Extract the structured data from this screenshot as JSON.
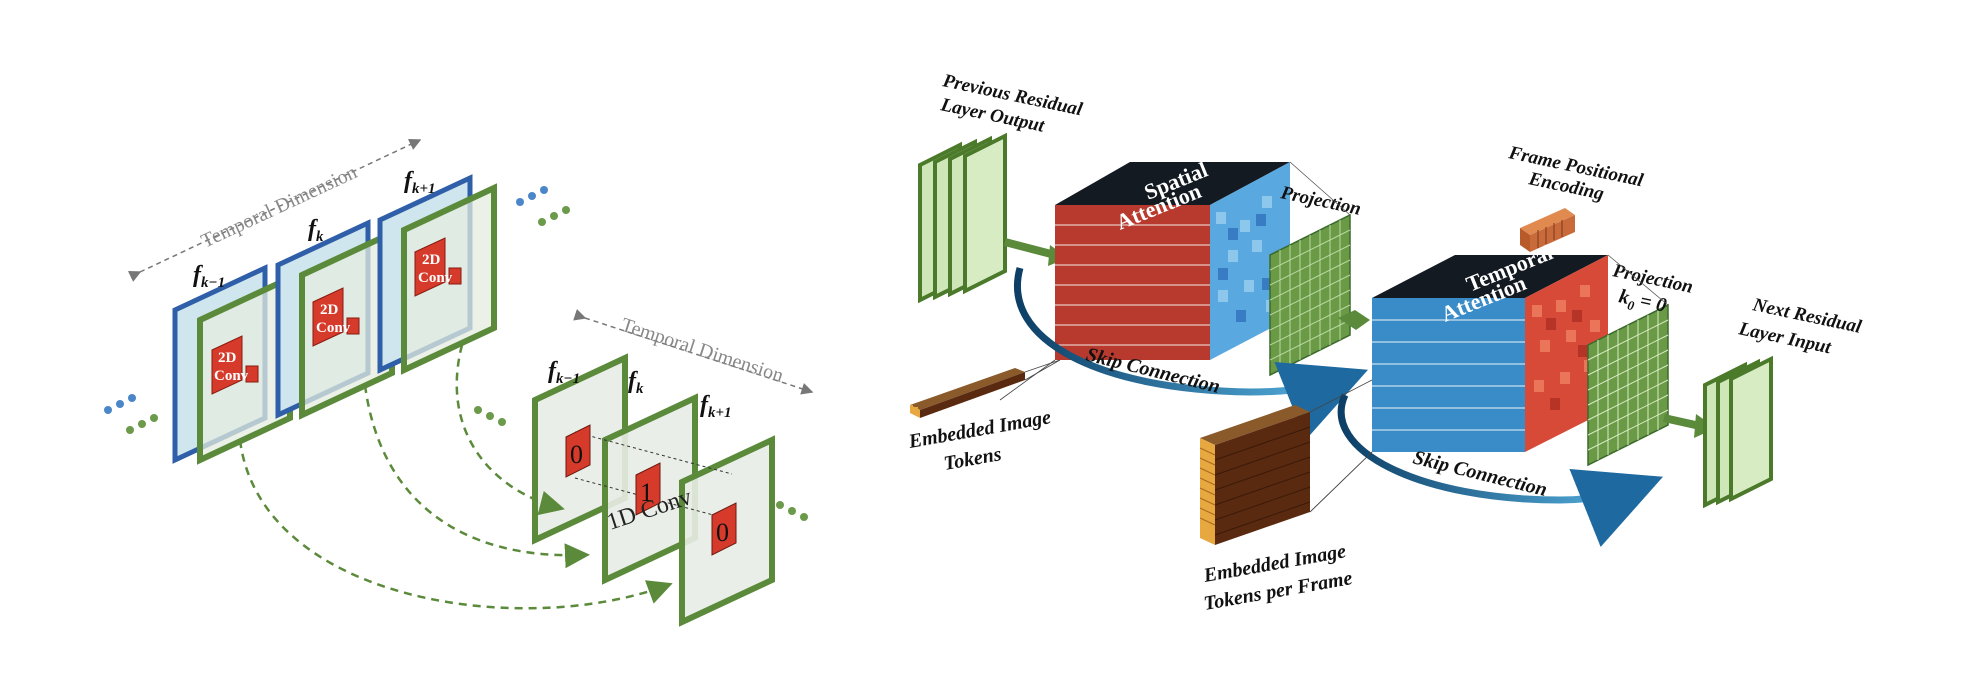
{
  "left": {
    "temporal_dimension_top": "Temporal Dimension",
    "temporal_dimension_bottom": "Temporal Dimension",
    "frame_kminus1": "f",
    "frame_kminus1_sub": "k−1",
    "frame_k": "f",
    "frame_k_sub": "k",
    "frame_kplus1": "f",
    "frame_kplus1_sub": "k+1",
    "conv2d_line1": "2D",
    "conv2d_line2": "Conv",
    "kernel_values": [
      "0",
      "1",
      "0"
    ],
    "conv1d": "1D Conv"
  },
  "right": {
    "previous_residual_line1": "Previous Residual",
    "previous_residual_line2": "Layer Output",
    "spatial_attention_line1": "Spatial",
    "spatial_attention_line2": "Attention",
    "projection_1": "Projection",
    "frame_positional_line1": "Frame Positional",
    "frame_positional_line2": "Encoding",
    "temporal_attention_line1": "Temporal",
    "temporal_attention_line2": "Attention",
    "projection_2": "Projection",
    "k0_equation": "k",
    "k0_sub": "0",
    "k0_value": " = 0",
    "next_residual_line1": "Next Residual",
    "next_residual_line2": "Layer Input",
    "skip_connection_1": "Skip Connection",
    "skip_connection_2": "Skip Connection",
    "embedded_tokens_line1": "Embedded Image",
    "embedded_tokens_line2": "Tokens",
    "embedded_per_frame_line1": "Embedded Image",
    "embedded_per_frame_line2": "Tokens per Frame"
  },
  "colors": {
    "frame_blue": "#2f5fa8",
    "frame_blue_fill": "#cfe6ee",
    "frame_green": "#5a8a3a",
    "frame_green_fill": "#e4ecdf",
    "conv_red": "#d63a2a",
    "spatial_red": "#b83a2e",
    "temporal_blue": "#3a8cc8",
    "dark_top": "#141a22",
    "projection_green": "#5f8c3e",
    "token_brown": "#6a3a1c",
    "token_gold": "#e8a840",
    "skip_arrow": "#1e6aa0"
  }
}
